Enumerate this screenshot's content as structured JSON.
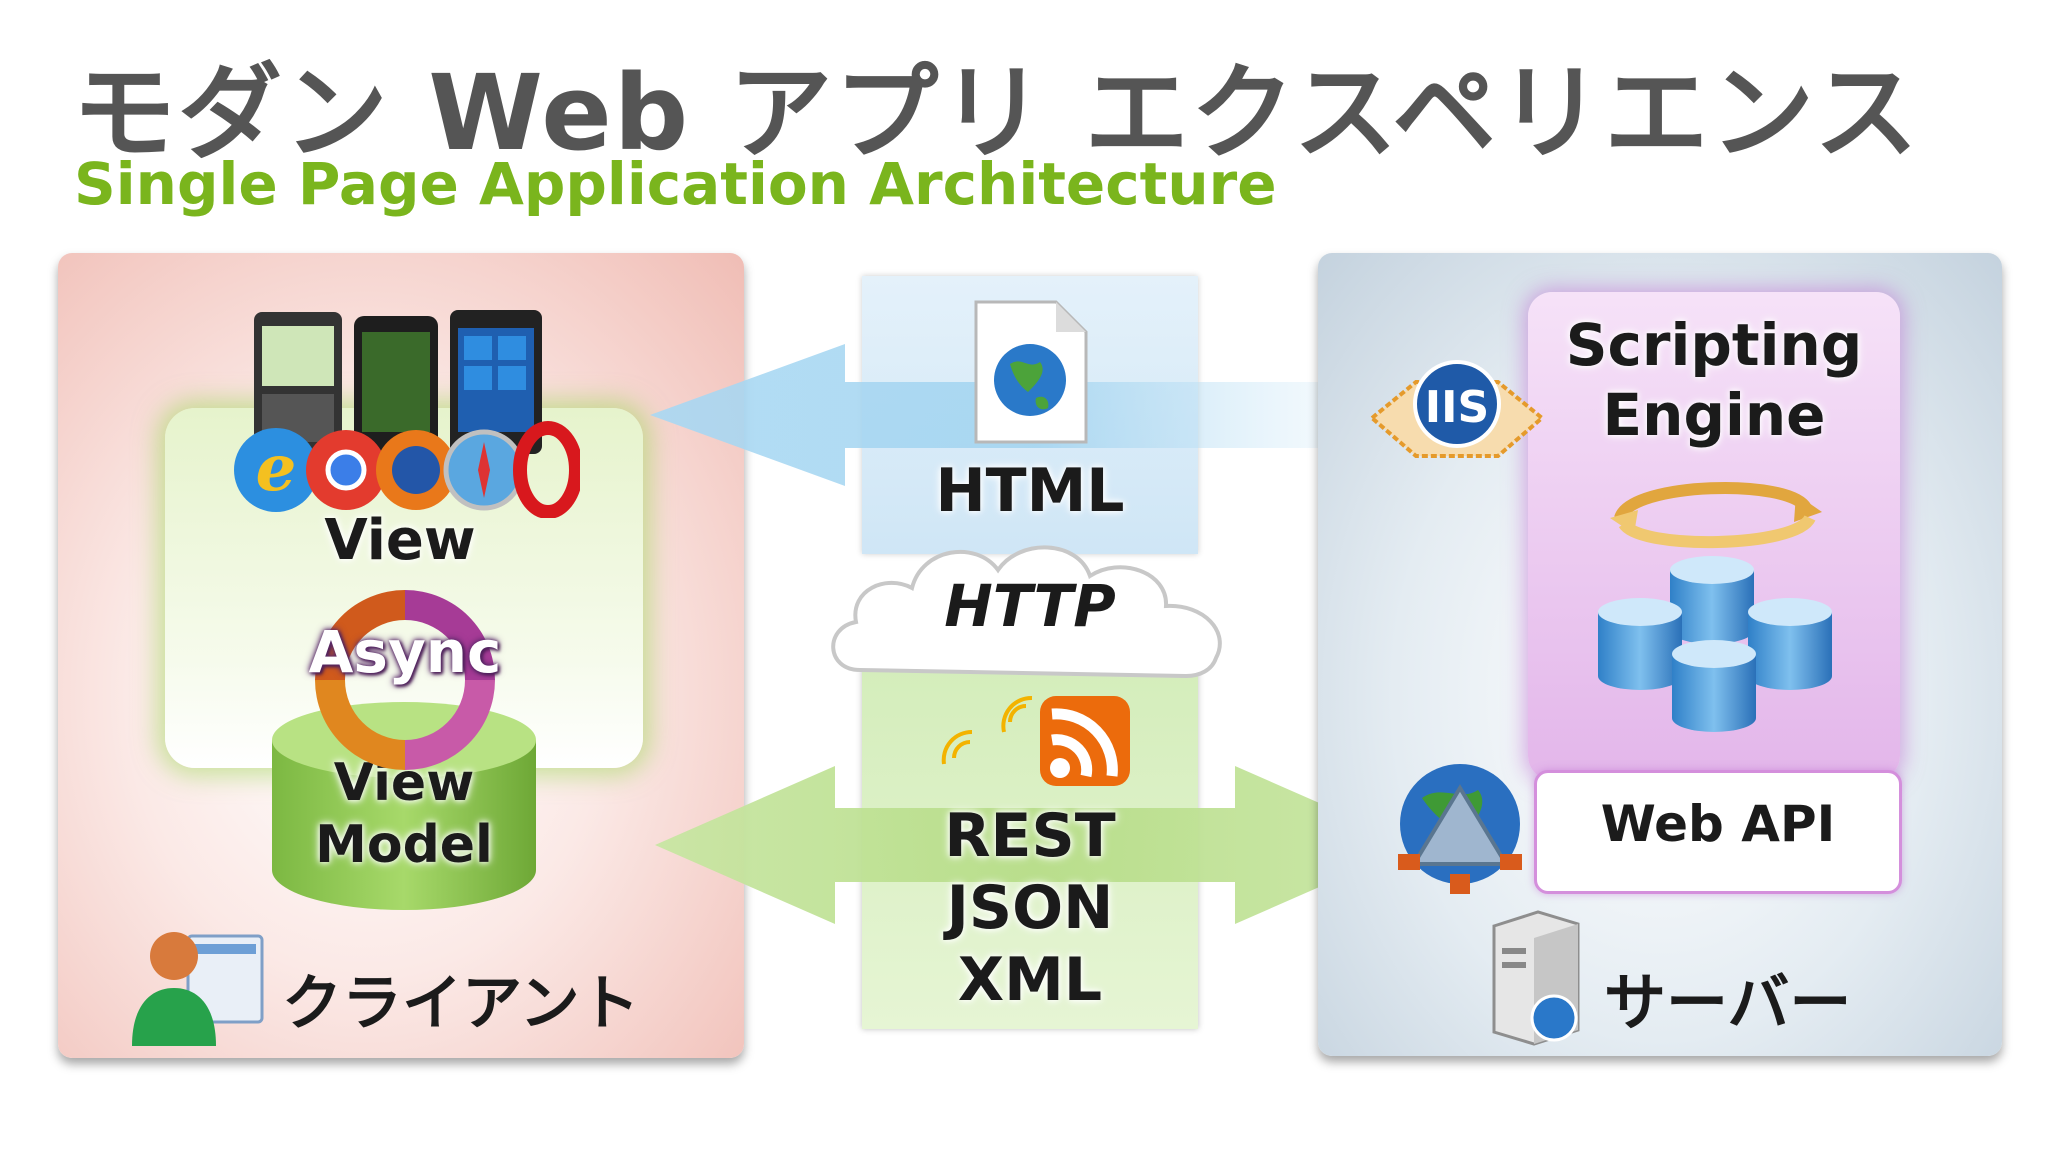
{
  "title": "モダン Web アプリ エクスペリエンス",
  "subtitle": "Single Page Application Architecture",
  "client": {
    "view_label": "View",
    "async_label": "Async",
    "viewmodel_label": "View\nModel",
    "panel_label": "クライアント"
  },
  "middle": {
    "html_label": "HTML",
    "http_label": "HTTP",
    "rest_label": "REST\nJSON\nXML"
  },
  "server": {
    "engine_label": "Scripting\nEngine",
    "webapi_label": "Web API",
    "panel_label": "サーバー",
    "iis_label": "IIS"
  },
  "colors": {
    "title": "#555555",
    "subtitle": "#7ab51d",
    "client_panel": "#f0bdb5",
    "server_panel": "#c4d2de",
    "engine_box": "#e3b6ea",
    "view_box": "#e6f3cc",
    "arrow_blue": "#8ec9ea",
    "arrow_green": "#b5dc85"
  },
  "icons": [
    "phones-icon",
    "browsers-icon",
    "async-cycle-icon",
    "user-icon",
    "document-globe-icon",
    "rss-icon",
    "cloud-icon",
    "iis-icon",
    "sync-icon",
    "database-icon",
    "globe-server-icon",
    "server-icon"
  ]
}
